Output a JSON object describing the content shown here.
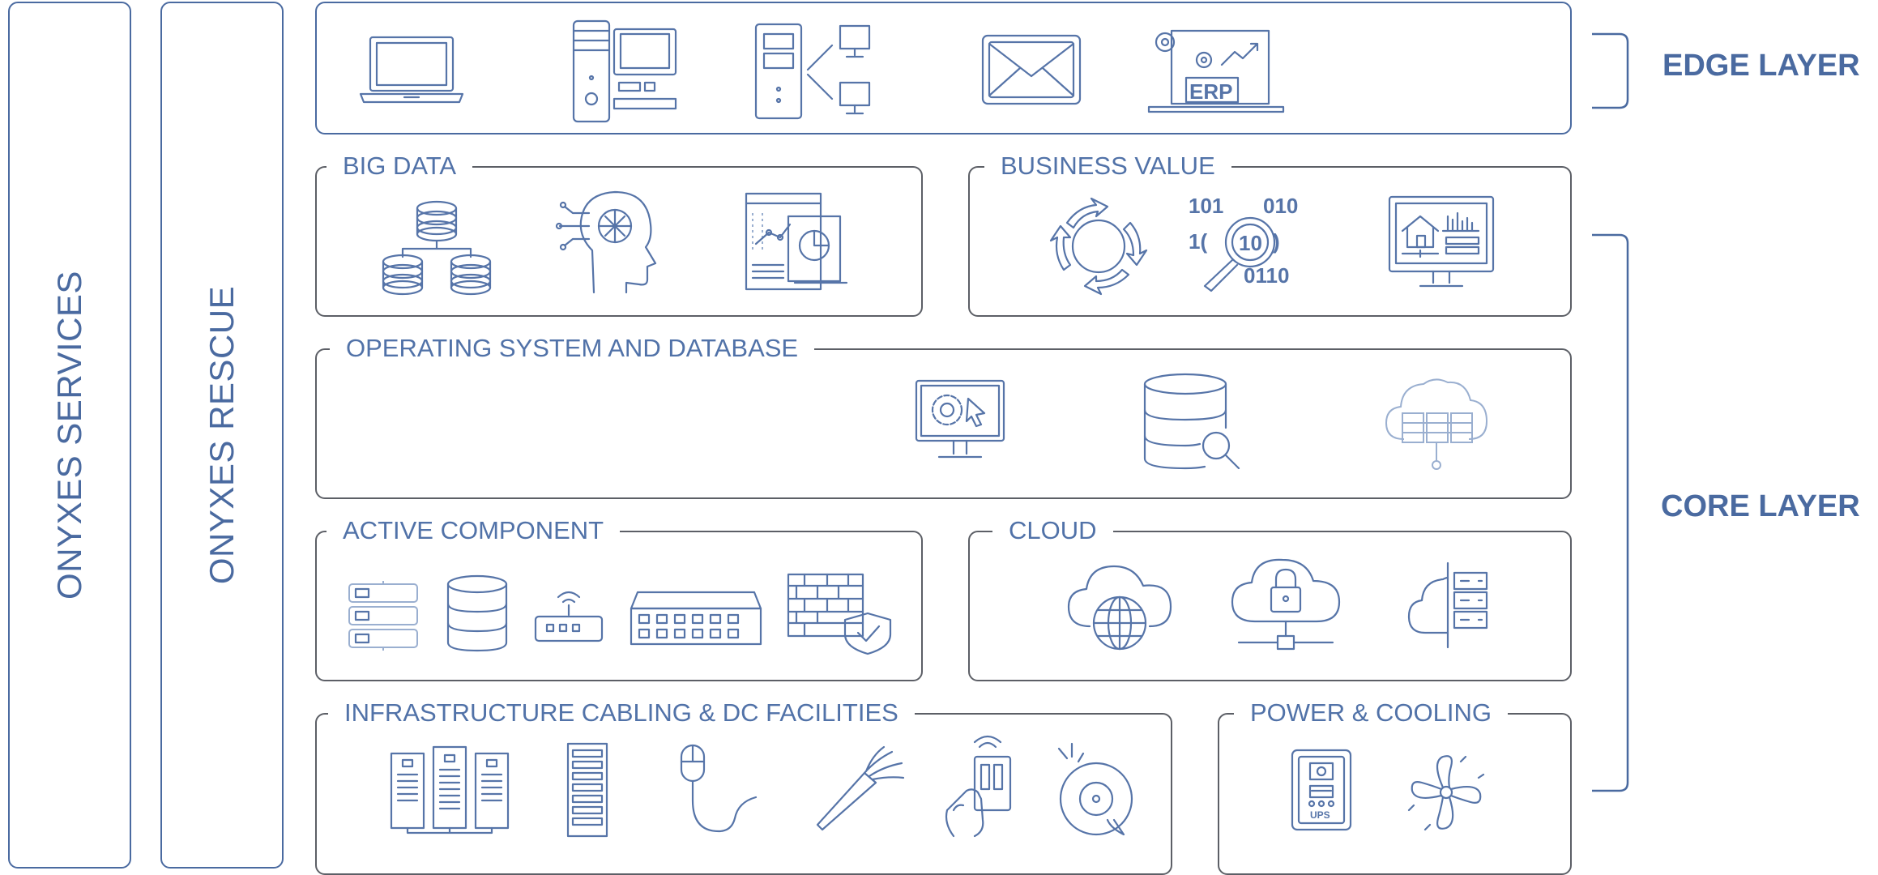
{
  "side_columns": {
    "services_label": "ONYXES SERVICES",
    "rescue_label": "ONYXES RESCUE"
  },
  "layers": {
    "edge_label": "EDGE LAYER",
    "core_label": "CORE LAYER"
  },
  "groups": {
    "big_data": "BIG DATA",
    "business_value": "BUSINESS VALUE",
    "os_database": "OPERATING SYSTEM AND DATABASE",
    "active_component": "ACTIVE COMPONENT",
    "cloud": "CLOUD",
    "infrastructure": "INFRASTRUCTURE CABLING & DC FACILITIES",
    "power_cooling": "POWER & COOLING"
  },
  "icon_text": {
    "erp": "ERP",
    "binary_top": "101",
    "binary_top_right": "010",
    "binary_mid_left": "1(",
    "binary_mid_right": ")",
    "binary_magnified": "10",
    "binary_bottom": "0110",
    "ups": "UPS"
  },
  "icons": {
    "edge": [
      "laptop-icon",
      "desktop-computer-icon",
      "server-network-icon",
      "email-icon",
      "erp-icon"
    ],
    "big_data": [
      "database-cluster-icon",
      "ai-head-icon",
      "analytics-report-icon"
    ],
    "business_value": [
      "cycle-arrows-icon",
      "binary-search-icon",
      "dashboard-monitor-icon"
    ],
    "os_database": [
      "settings-monitor-icon",
      "database-search-icon",
      "cloud-servers-icon"
    ],
    "active_component": [
      "server-stack-icon",
      "database-icon",
      "router-icon",
      "network-switch-icon",
      "firewall-icon"
    ],
    "cloud": [
      "cloud-globe-icon",
      "cloud-lock-icon",
      "cloud-server-icon"
    ],
    "infrastructure": [
      "server-rack-cluster-icon",
      "server-rack-icon",
      "mouse-cable-icon",
      "fiber-cable-icon",
      "access-card-icon",
      "hard-disk-icon"
    ],
    "power_cooling": [
      "ups-icon",
      "cooling-fan-icon"
    ]
  },
  "colors": {
    "accent_blue": "#4a6aa0",
    "label_blue": "#5172a8",
    "border_gray": "#5c5f66"
  }
}
